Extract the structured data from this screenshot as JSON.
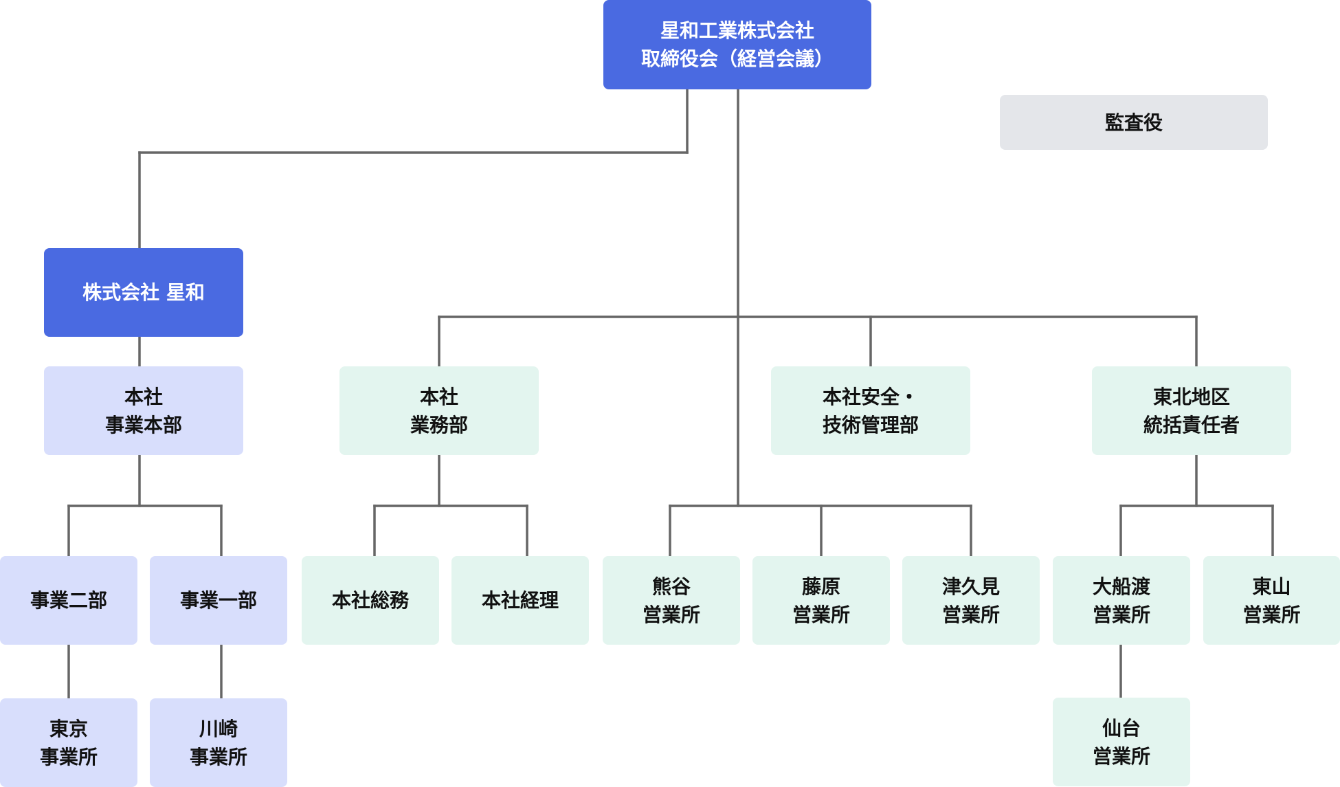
{
  "org_chart": {
    "board": {
      "line1": "星和工業株式会社",
      "line2": "取締役会（経営会議）"
    },
    "auditor": {
      "label": "監査役"
    },
    "subsidiary": {
      "name": "株式会社 星和",
      "division": {
        "line1": "本社",
        "line2": "事業本部"
      },
      "departments": [
        {
          "name": "事業二部",
          "office": {
            "line1": "東京",
            "line2": "事業所"
          }
        },
        {
          "name": "事業一部",
          "office": {
            "line1": "川崎",
            "line2": "事業所"
          }
        }
      ]
    },
    "business_dept": {
      "line1": "本社",
      "line2": "業務部",
      "sections": [
        {
          "name": "本社総務"
        },
        {
          "name": "本社経理"
        }
      ]
    },
    "safety_dept": {
      "line1": "本社安全・",
      "line2": "技術管理部"
    },
    "tohoku": {
      "line1": "東北地区",
      "line2": "統括責任者"
    },
    "direct_offices": [
      {
        "line1": "熊谷",
        "line2": "営業所"
      },
      {
        "line1": "藤原",
        "line2": "営業所"
      },
      {
        "line1": "津久見",
        "line2": "営業所"
      }
    ],
    "tohoku_offices": [
      {
        "line1": "大船渡",
        "line2": "営業所"
      },
      {
        "line1": "東山",
        "line2": "営業所"
      }
    ],
    "sendai_office": {
      "line1": "仙台",
      "line2": "営業所"
    }
  },
  "colors": {
    "top_box": "#4a6ae1",
    "subsidiary_box": "#d8defc",
    "company_box": "#e3f5ef",
    "auditor_box": "#e4e6ea",
    "connector": "#666666"
  }
}
